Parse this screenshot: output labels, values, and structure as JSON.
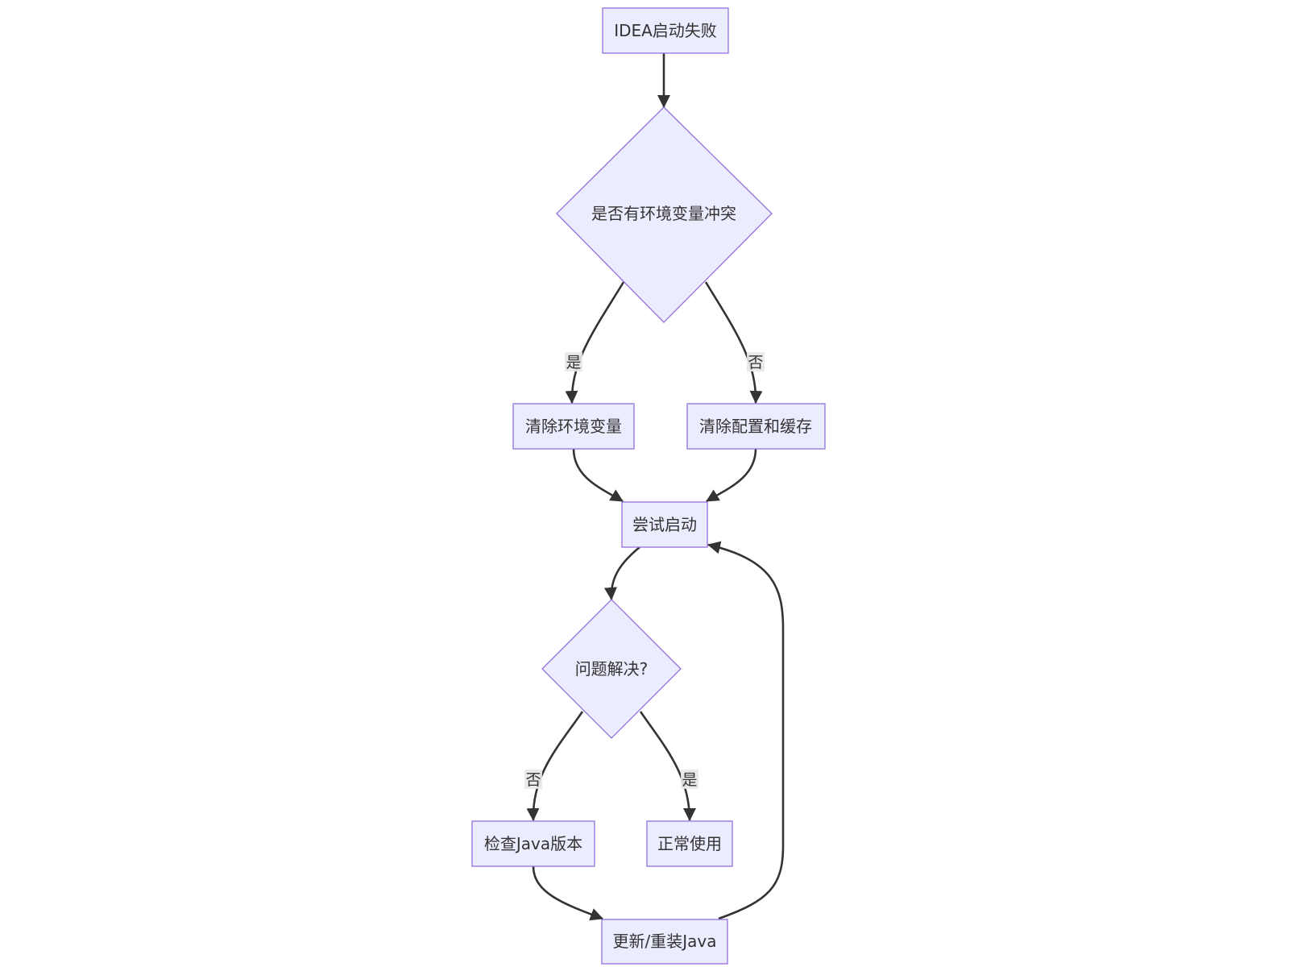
{
  "diagram": {
    "type": "flowchart",
    "colors": {
      "node_fill": "#ececff",
      "node_stroke": "#9370db",
      "edge": "#333333",
      "text": "#333333",
      "label_bg": "#e8e8e8"
    },
    "nodes": {
      "start": "IDEA启动失败",
      "env_conflict": "是否有环境变量冲突",
      "clear_env": "清除环境变量",
      "clear_cache": "清除配置和缓存",
      "try_start": "尝试启动",
      "solved": "问题解决?",
      "check_java": "检查Java版本",
      "normal_use": "正常使用",
      "reinstall_java": "更新/重装Java"
    },
    "edge_labels": {
      "env_yes": "是",
      "env_no": "否",
      "solved_no": "否",
      "solved_yes": "是"
    }
  }
}
